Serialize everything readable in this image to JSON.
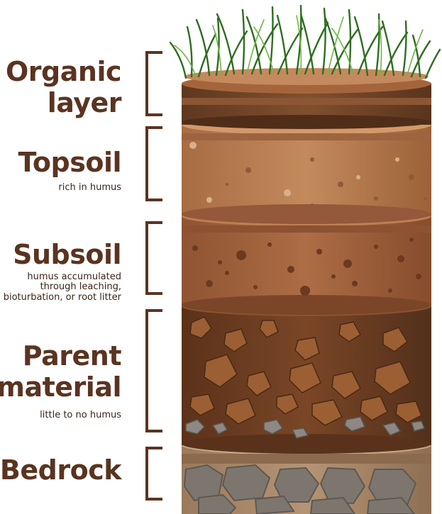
{
  "layers": [
    {
      "title_line1": "Organic",
      "title_line2": "layer",
      "description": ""
    },
    {
      "title_line1": "Topsoil",
      "title_line2": "",
      "description": "rich in humus"
    },
    {
      "title_line1": "Subsoil",
      "title_line2": "",
      "description": "humus accumulated through leaching, bioturbation, or root litter"
    },
    {
      "title_line1": "Parent",
      "title_line2": "material",
      "description": "little to no humus"
    },
    {
      "title_line1": "Bedrock",
      "title_line2": "",
      "description": ""
    }
  ],
  "colors": {
    "label": "#5a3421",
    "grass": "#3f8a2c",
    "organic": "#6b4025",
    "topsoil": "#b57a4f",
    "subsoil": "#a0623f",
    "parent": "#6d3e22",
    "bedrock": "#8a7a6a"
  }
}
